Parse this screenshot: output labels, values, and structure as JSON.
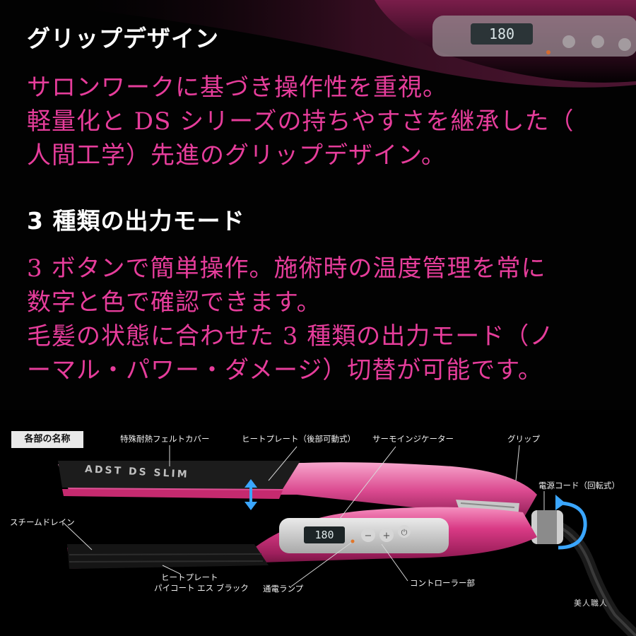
{
  "device_display": "180",
  "section1": {
    "title": "グリップデザイン",
    "lines": [
      "サロンワークに基づき操作性を重視。",
      "軽量化と DS シリーズの持ちやすさを継承した（",
      "人間工学）先進のグリップデザイン。"
    ]
  },
  "section2": {
    "title": "3 種類の出力モード",
    "lines": [
      "3 ボタンで簡単操作。施術時の温度管理を常に",
      "数字と色で確認できます。",
      "毛髪の状態に合わせた 3 種類の出力モード（ノ",
      "ーマル・パワー・ダメージ）切替が可能です。"
    ]
  },
  "diagram": {
    "tag": "各部の名称",
    "labels": {
      "felt_cover": "特殊耐熱フェルトカバー",
      "heat_plate_movable": "ヒートプレート（後部可動式）",
      "thermo_indicator": "サーモインジケーター",
      "grip": "グリップ",
      "power_cord": "電源コード（回転式）",
      "steam_drain": "スチームドレイン",
      "heat_plate_line1": "ヒートプレート",
      "heat_plate_line2": "パイコート エス ブラック",
      "power_lamp": "通電ランプ",
      "controller": "コントローラー部"
    },
    "brand_text": "ADST DS SLIM",
    "controller_display": "180"
  },
  "credit": "美人職人",
  "colors": {
    "accent_pink": "#e63d9b",
    "device_pink": "#d12f7a",
    "background": "#020202"
  }
}
